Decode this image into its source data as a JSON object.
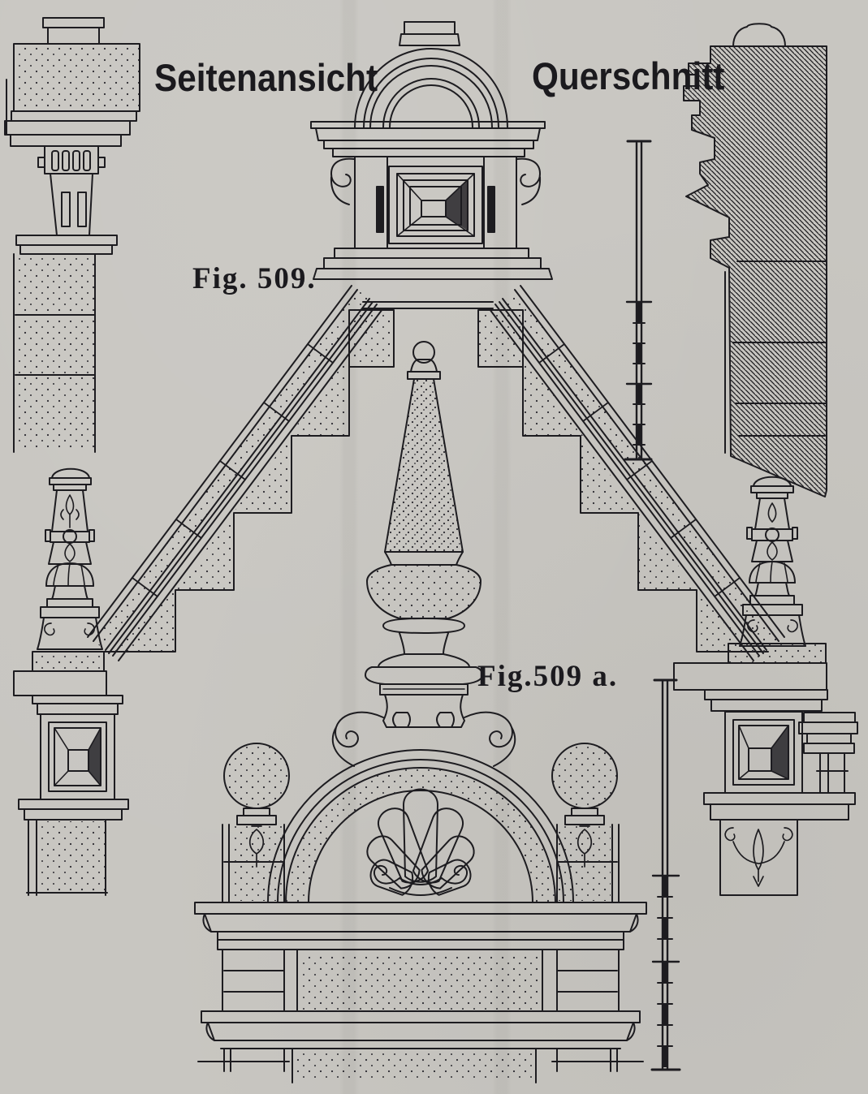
{
  "page": {
    "paper_color": "#c8c6c1",
    "ink_color": "#1d1c20"
  },
  "labels": {
    "side_view": "Seitenansicht",
    "cross_section": "Querschnitt",
    "figure_main": "Fig. 509.",
    "figure_detail": "Fig.509 a."
  }
}
